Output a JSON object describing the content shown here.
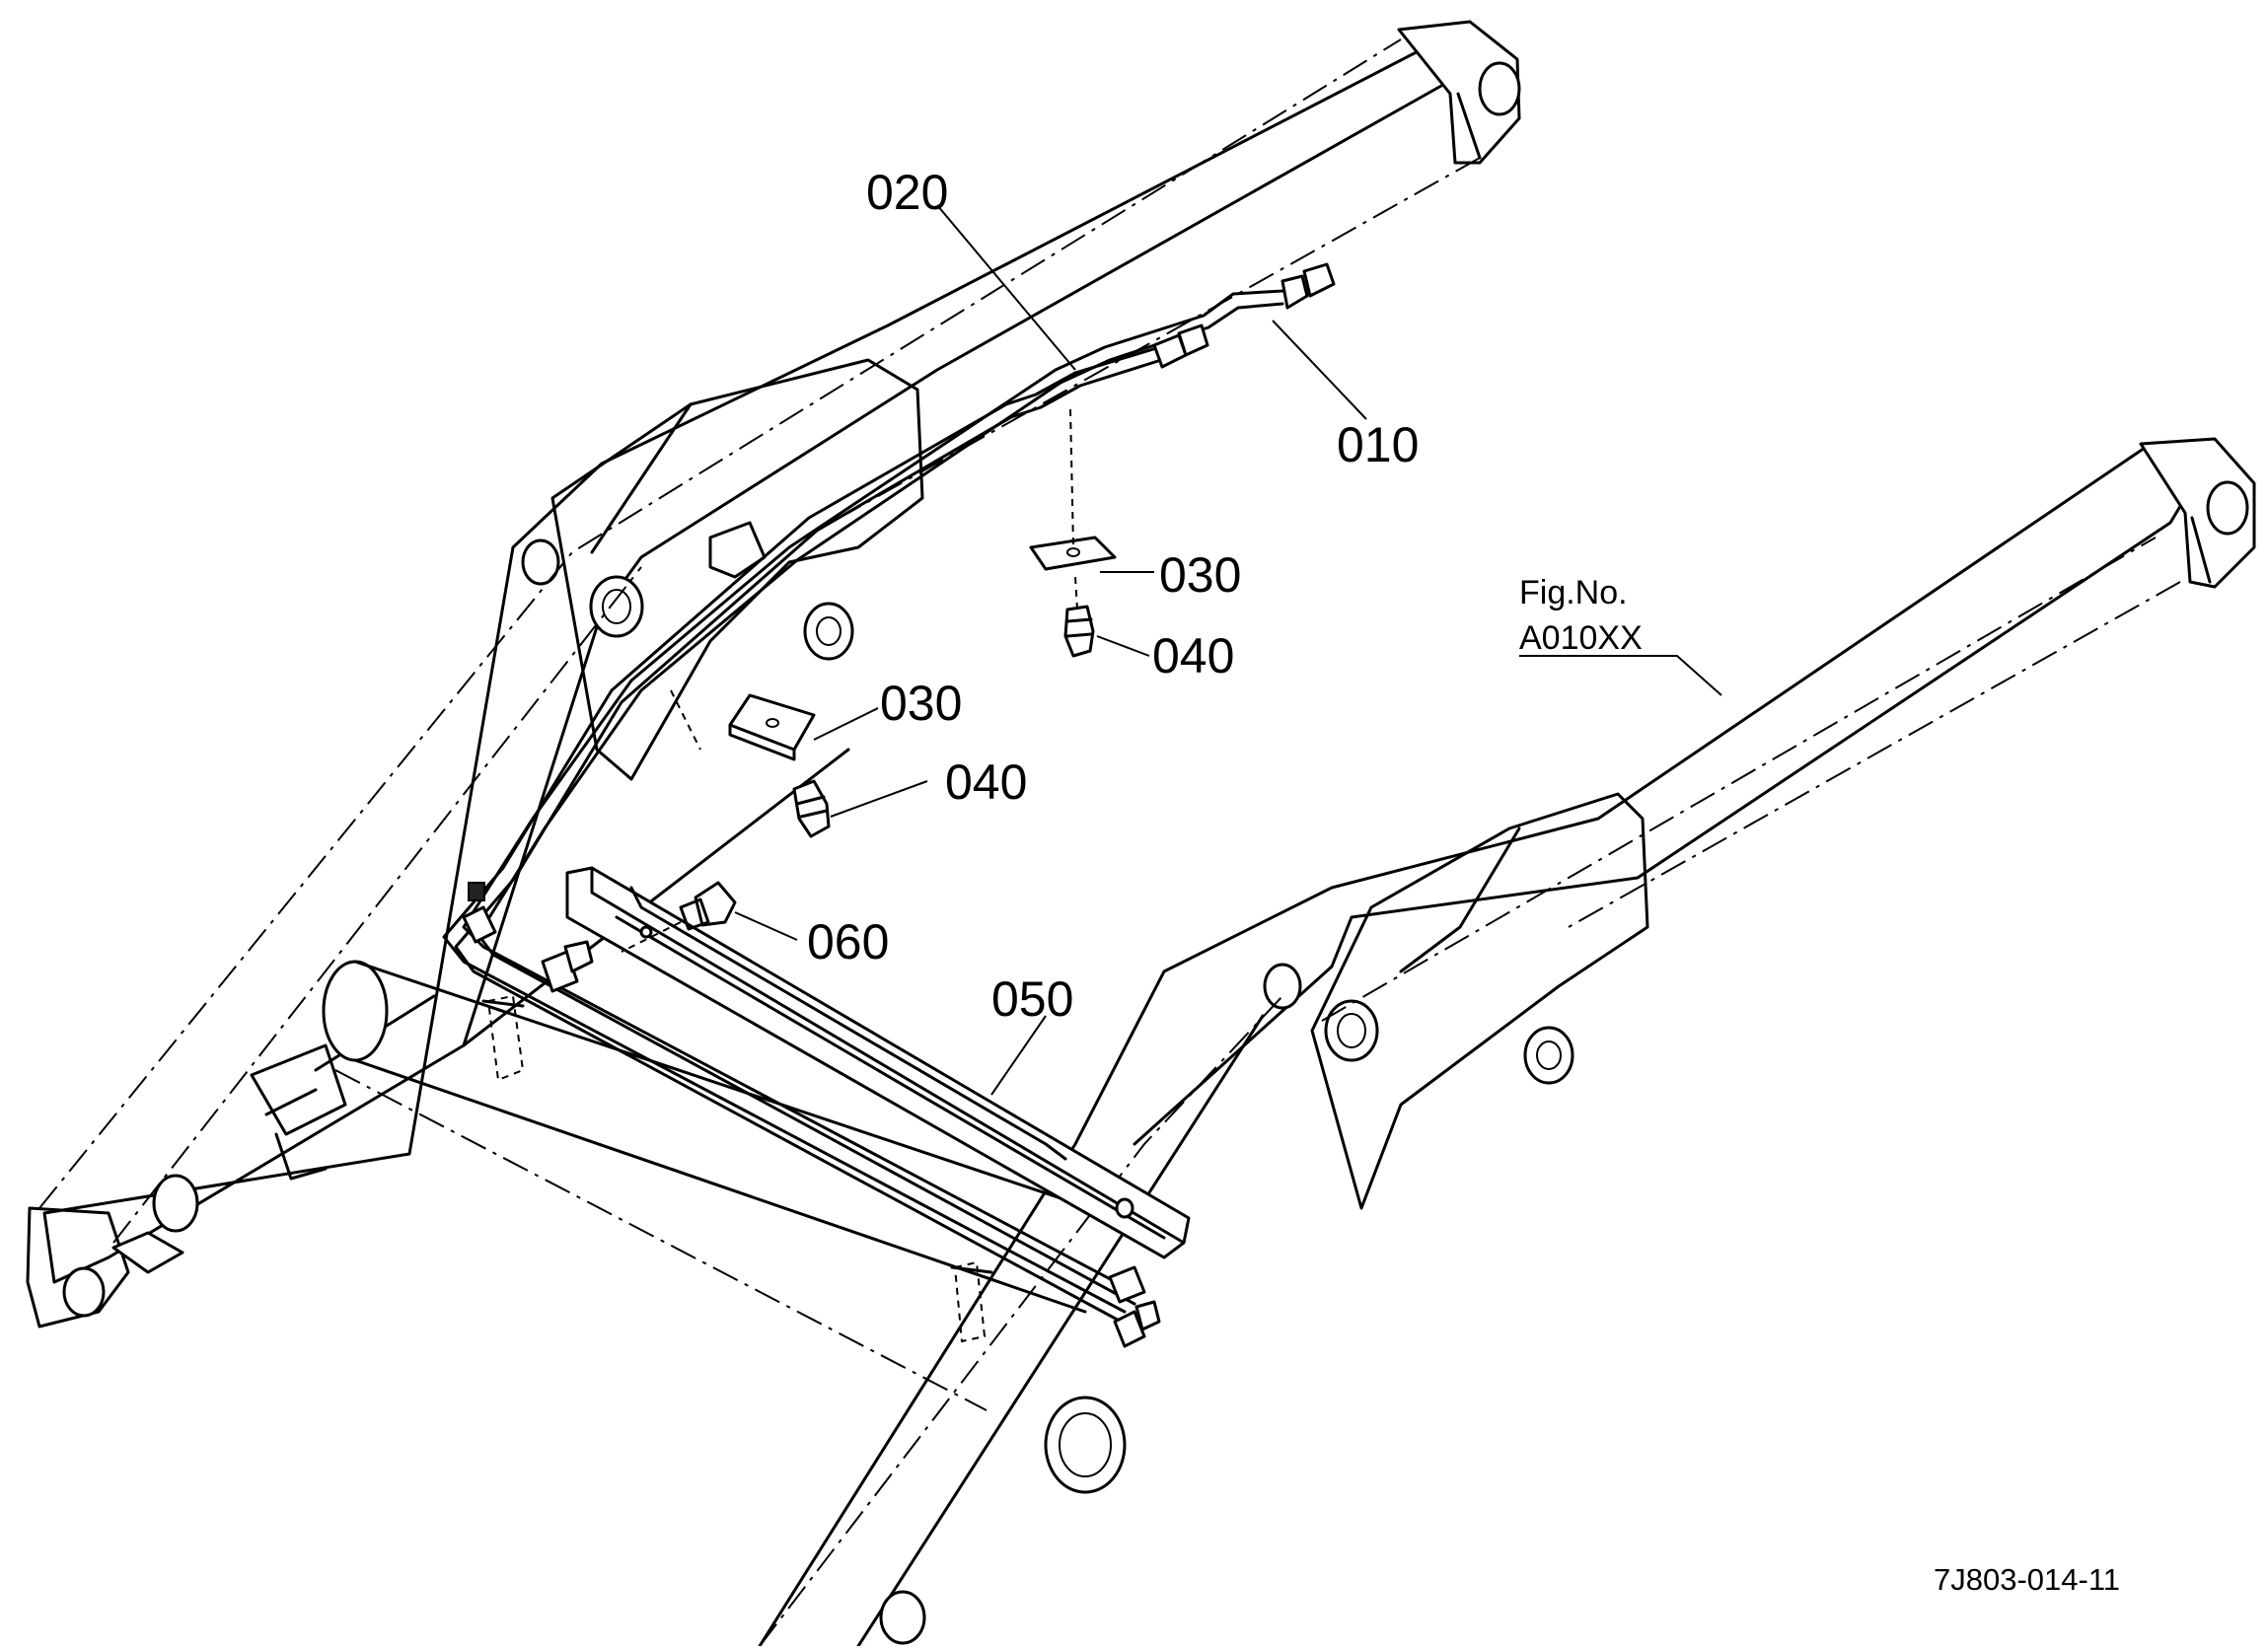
{
  "labels": {
    "p010": "010",
    "p020": "020",
    "p030a": "030",
    "p030b": "030",
    "p040a": "040",
    "p040b": "040",
    "p050": "050",
    "p060": "060"
  },
  "figure_ref": {
    "line1": "Fig.No.",
    "line2": "A010XX"
  },
  "drawing_code": "7J803-014-11"
}
